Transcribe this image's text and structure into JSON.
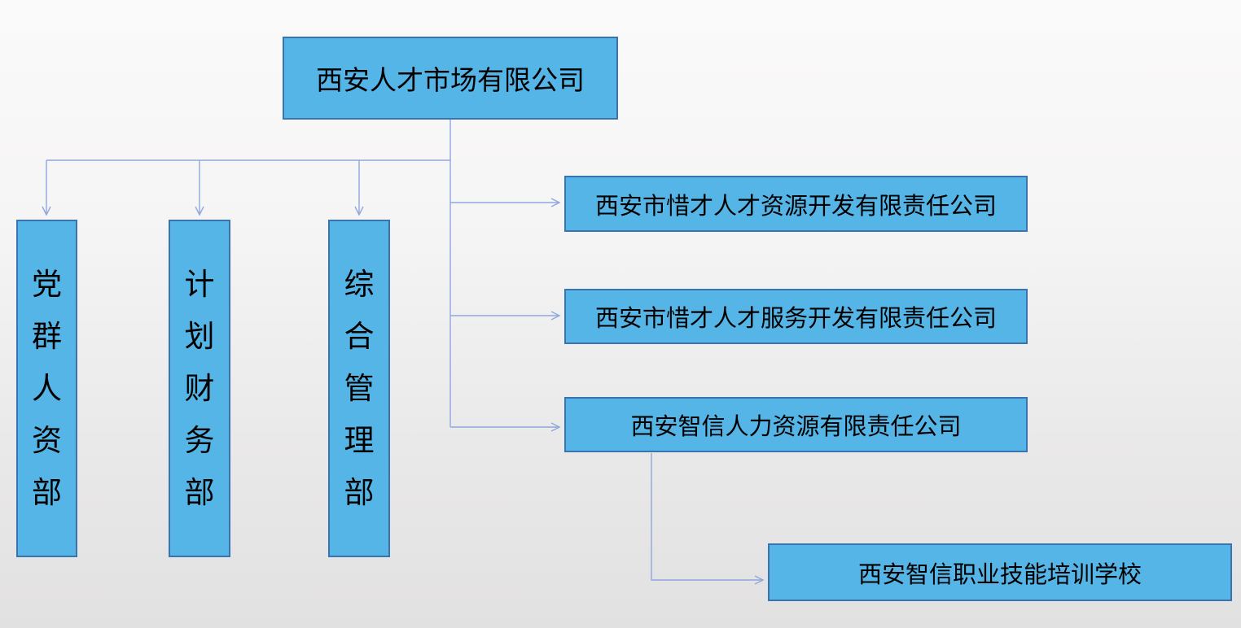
{
  "org_chart": {
    "root": {
      "label": "西安人才市场有限公司"
    },
    "departments": [
      {
        "label": "党群人资部"
      },
      {
        "label": "计划财务部"
      },
      {
        "label": "综合管理部"
      }
    ],
    "subsidiaries": [
      {
        "label": "西安市惜才人才资源开发有限责任公司"
      },
      {
        "label": "西安市惜才人才服务开发有限责任公司"
      },
      {
        "label": "西安智信人力资源有限责任公司"
      }
    ],
    "school": {
      "label": "西安智信职业技能培训学校"
    }
  },
  "colors": {
    "box_fill": "#54B5E6",
    "box_border": "#3B73AE",
    "connector": "#8FA8DC",
    "text": "#000000",
    "background_top": "#FBFAFA",
    "background_bottom": "#E2E1E1"
  }
}
